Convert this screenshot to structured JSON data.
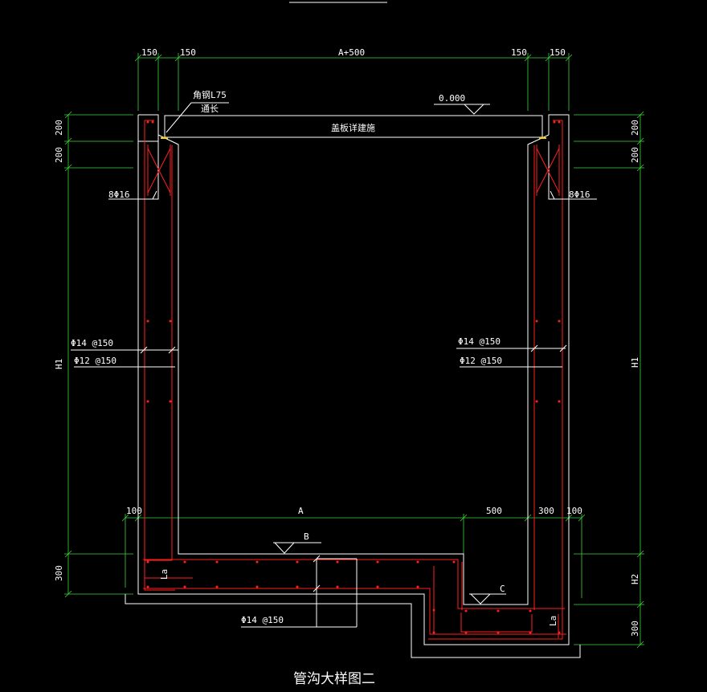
{
  "title": "管沟大样图二",
  "dims": {
    "top_150_a": "150",
    "top_150_b": "150",
    "top_A500": "A+500",
    "top_150_c": "150",
    "top_150_d": "150",
    "left_200_a": "200",
    "left_200_b": "200",
    "left_H1": "H1",
    "left_300": "300",
    "right_200_a": "200",
    "right_200_b": "200",
    "right_H1": "H1",
    "right_H2": "H2",
    "right_300": "300",
    "bot_100_a": "100",
    "bot_A": "A",
    "bot_500": "500",
    "bot_300": "300",
    "bot_100_b": "100"
  },
  "labels": {
    "angle_steel": "角钢L75",
    "full_length": "通长",
    "elevation": "0.000",
    "cover_plate": "盖板详建施",
    "bar_8phi16_left": "8Φ16",
    "bar_8phi16_right": "8Φ16",
    "wall_phi14_left": "Φ14 @150",
    "wall_phi12_left": "Φ12 @150",
    "wall_phi14_right": "Φ14 @150",
    "wall_phi12_right": "Φ12 @150",
    "slab_phi14": "Φ14 @150",
    "level_B": "B",
    "level_C": "C",
    "lap_left": "La",
    "lap_right": "La"
  }
}
